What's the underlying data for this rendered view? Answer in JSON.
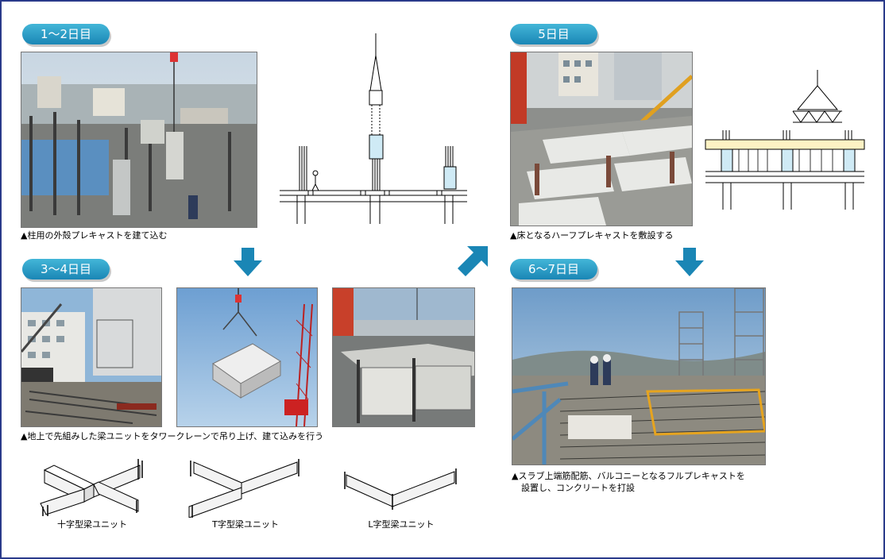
{
  "steps": {
    "step1": {
      "label": "1～2日目",
      "caption": "▲柱用の外殻プレキャストを建て込む"
    },
    "step2": {
      "label": "3～4日目",
      "caption": "▲地上で先組みした梁ユニットをタワークレーンで吊り上げ、建て込みを行う"
    },
    "step3": {
      "label": "5日目",
      "caption": "▲床となるハーフプレキャストを敷設する"
    },
    "step4": {
      "label": "6～7日目",
      "caption_line1": "▲スラブ上端筋配筋、バルコニーとなるフルプレキャストを",
      "caption_line2": "設置し、コンクリートを打設"
    }
  },
  "units": {
    "cross": "十字型梁ユニット",
    "t": "T字型梁ユニット",
    "l": "L字型梁ユニット"
  },
  "colors": {
    "pill": "#1a86b5",
    "arrow": "#1a86b5",
    "frame": "#2a3a8a",
    "precast_fill": "#cfeaf5"
  }
}
